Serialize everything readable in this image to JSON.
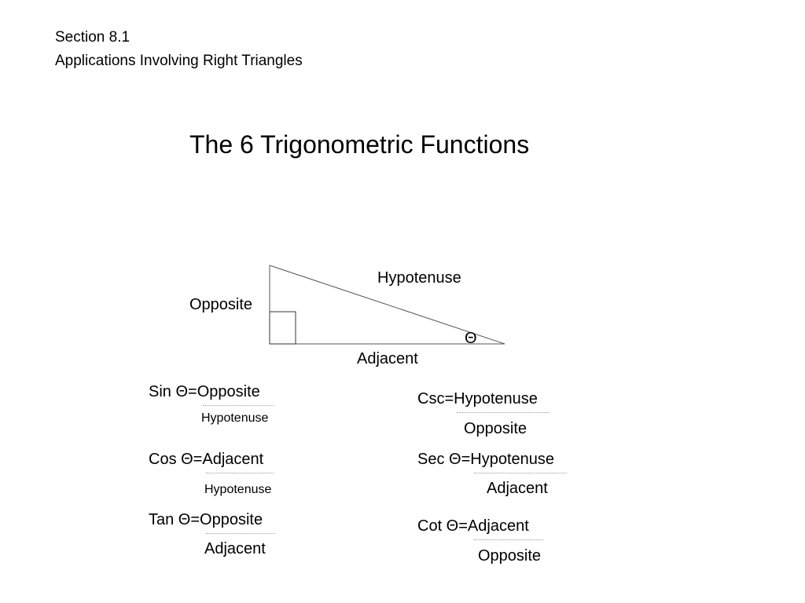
{
  "header": {
    "section_number": "Section 8.1",
    "section_title": "Applications Involving Right Triangles"
  },
  "title": "The 6 Trigonometric Functions",
  "triangle": {
    "hypotenuse_label": "Hypotenuse",
    "opposite_label": "Opposite",
    "adjacent_label": "Adjacent",
    "angle_label": "Θ"
  },
  "functions": {
    "sin": {
      "numerator": "Sin Θ=Opposite",
      "denominator": "Hypotenuse"
    },
    "cos": {
      "numerator": "Cos Θ=Adjacent",
      "denominator": "Hypotenuse"
    },
    "tan": {
      "numerator": "Tan Θ=Opposite",
      "denominator": "Adjacent"
    },
    "csc": {
      "numerator": "Csc=Hypotenuse",
      "denominator": "Opposite"
    },
    "sec": {
      "numerator": "Sec Θ=Hypotenuse",
      "denominator": "Adjacent"
    },
    "cot": {
      "numerator": "Cot Θ=Adjacent",
      "denominator": "Opposite"
    }
  }
}
